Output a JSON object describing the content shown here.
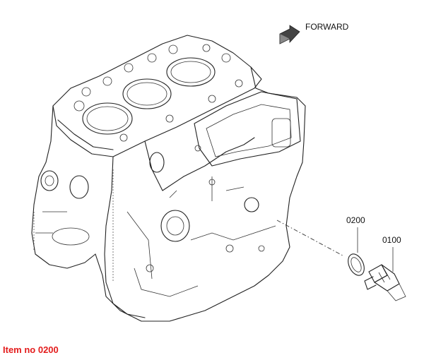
{
  "direction_label": "FORWARD",
  "callouts": {
    "washer": "0200",
    "plug": "0100"
  },
  "caption": "Item no 0200",
  "colors": {
    "caption": "#e31c1c",
    "line": "#222222",
    "arrow_fill": "#444444"
  },
  "icons": {
    "direction_arrow": "forward-arrow-icon"
  }
}
